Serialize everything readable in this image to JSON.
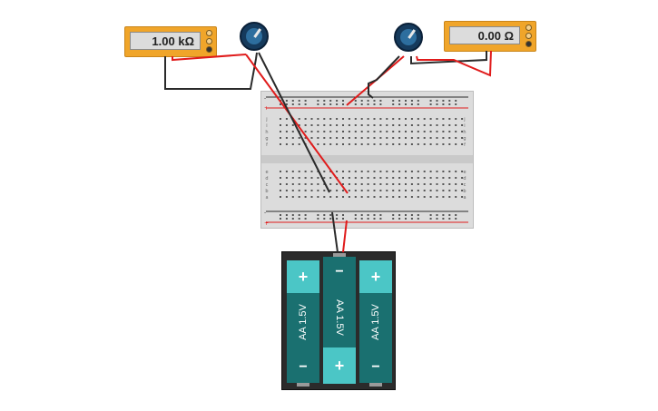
{
  "meters": {
    "left": {
      "reading": "1.00 kΩ"
    },
    "right": {
      "reading": "0.00 Ω"
    }
  },
  "breadboard": {
    "row_letters": [
      "a",
      "b",
      "c",
      "d",
      "e",
      "f",
      "g",
      "h",
      "i",
      "j"
    ],
    "rail_signs": {
      "minus": "-",
      "plus": "+"
    }
  },
  "battery": {
    "cells": [
      {
        "label": "AA 1.5V",
        "top_sign": "+",
        "bottom_sign": "−"
      },
      {
        "label": "AA 1.5V",
        "top_sign": "−",
        "bottom_sign": "+"
      },
      {
        "label": "AA 1.5V",
        "top_sign": "+",
        "bottom_sign": "−"
      }
    ]
  },
  "colors": {
    "wire_red": "#e01b1b",
    "wire_black": "#2a2a2a",
    "meter_body": "#f0a52a",
    "pot_body": "#153a5c",
    "cell_body": "#1a7070",
    "cell_cap": "#4bc6c6"
  }
}
